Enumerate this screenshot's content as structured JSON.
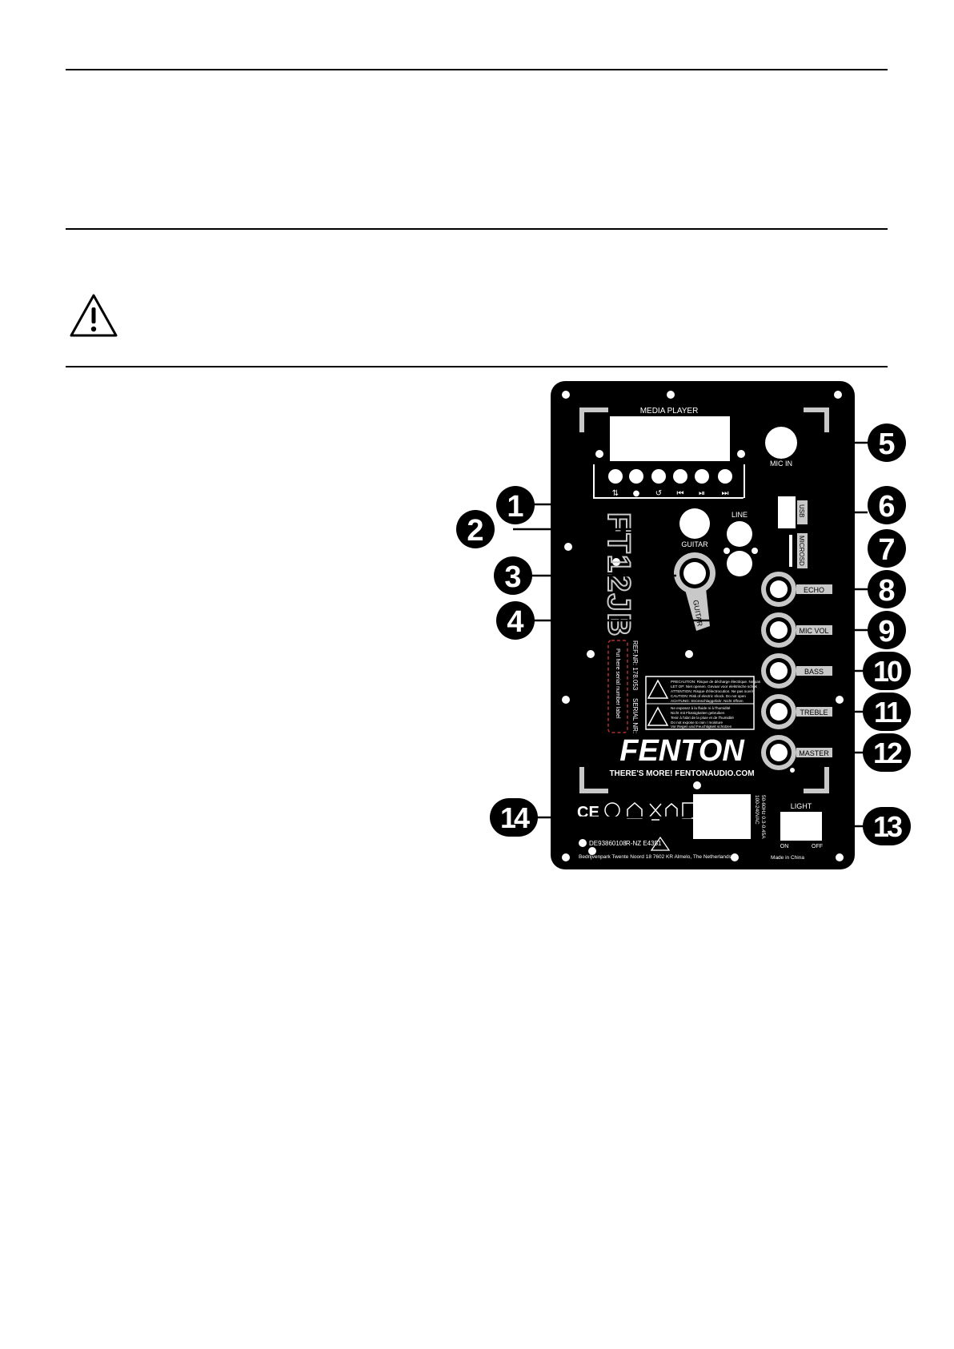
{
  "panel": {
    "media_player_label": "MEDIA PLAYER",
    "mic_in_label": "MIC IN",
    "guitar_label": "GUITAR",
    "guitar_jack_label": "GUITAR",
    "line_label": "LINE",
    "usb_label": "USB",
    "micro_sd_label": "MICROSD",
    "knob_labels": [
      "ECHO",
      "MIC VOL",
      "BASS",
      "TREBLE",
      "MASTER"
    ],
    "model_label": "FT12JB",
    "ref_label": "REF.NR: 178.053",
    "serial_label": "SERIAL NR:",
    "sticker_text": "Put here serial number label",
    "brand": "FENTON",
    "slogan": "THERE'S MORE! FENTONAUDIO.COM",
    "light_label": "LIGHT",
    "on_label": "ON",
    "off_label": "OFF",
    "made_in": "Made in China",
    "dealer_code": "DE93860108",
    "rnz_code": "R-NZ E4351",
    "address": "Bedrijvenpark Twente Noord 18 7602 KR Almelo, The Netherlands",
    "power_spec_1": "100-240VAC",
    "power_spec_2": "50-60Hz 0.3-0.45A",
    "warning_lines": [
      "PRECAUTION: Risque de décharge électrique. Ne pas",
      "LET OP: Niet openen. Gevaar voor elektrische schok",
      "ATTENTION: Risque d'électrocution. Ne pas ouvrir",
      "CAUTION: Risk of electric shock. Do not open",
      "ACHTUNG: Stromschlaggefahr. Nicht öffnen"
    ],
    "warning_lines_2": [
      "Ne exposez à la fluide ni à l'humidité",
      "Nicht mit Flüssigkeiten gebruiken",
      "Tenir à l'abri de la pluie et de l'humidité",
      "Do not expose to rain / moisture",
      "Vor Regen und Feuchtigkeit schützen"
    ]
  },
  "callouts": [
    "1",
    "2",
    "3",
    "4",
    "5",
    "6",
    "7",
    "8",
    "9",
    "10",
    "11",
    "12",
    "13",
    "14"
  ],
  "colors": {
    "panel": "#000000",
    "label_bg": "#c8c8c8"
  }
}
